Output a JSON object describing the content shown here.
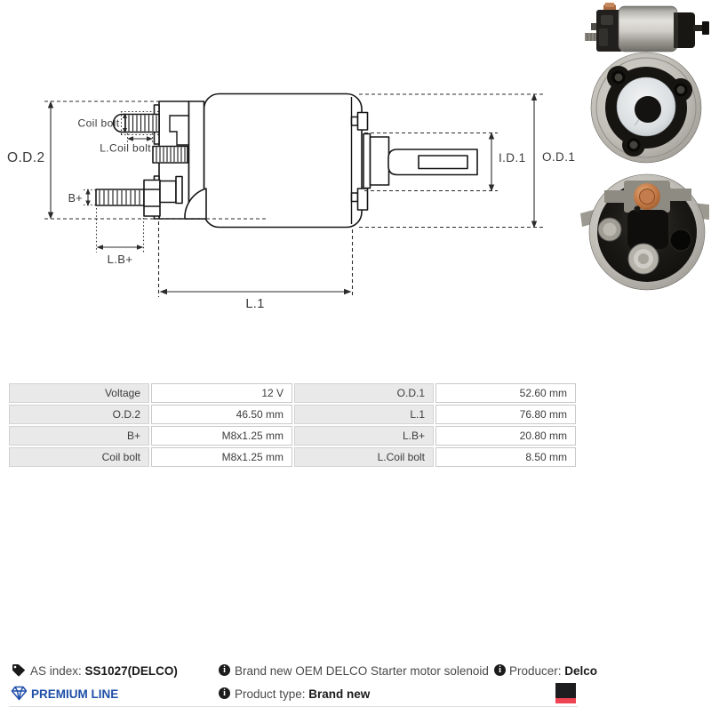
{
  "diagram": {
    "od2": "O.D.2",
    "od1": "O.D.1",
    "id1": "I.D.1",
    "l1": "L.1",
    "b_plus": "B+",
    "l_b_plus": "L.B+",
    "coil_bolt": "Coil bolt",
    "l_coil_bolt": "L.Coil bolt"
  },
  "info": {
    "as_index_label": "AS index: ",
    "as_index_value": "SS1027(DELCO)",
    "premium_line_label": "PREMIUM LINE",
    "description": "Brand new OEM DELCO Starter motor solenoid",
    "product_type_label": "Product type: ",
    "product_type_value": "Brand new",
    "producer_label": "Producer: ",
    "producer_value": "Delco",
    "info_icon_glyph": "i"
  },
  "colors": {
    "premium_blue": "#1F4FA8",
    "logo_black": "#1d1d1f",
    "logo_red": "#ee4353"
  },
  "specs": {
    "cells": [
      [
        "Voltage",
        "12 V",
        "O.D.1",
        "52.60 mm"
      ],
      [
        "O.D.2",
        "46.50 mm",
        "L.1",
        "76.80 mm"
      ],
      [
        "B+",
        "M8x1.25 mm",
        "L.B+",
        "20.80 mm"
      ],
      [
        "Coil bolt",
        "M8x1.25 mm",
        "L.Coil bolt",
        "8.50 mm"
      ]
    ]
  }
}
